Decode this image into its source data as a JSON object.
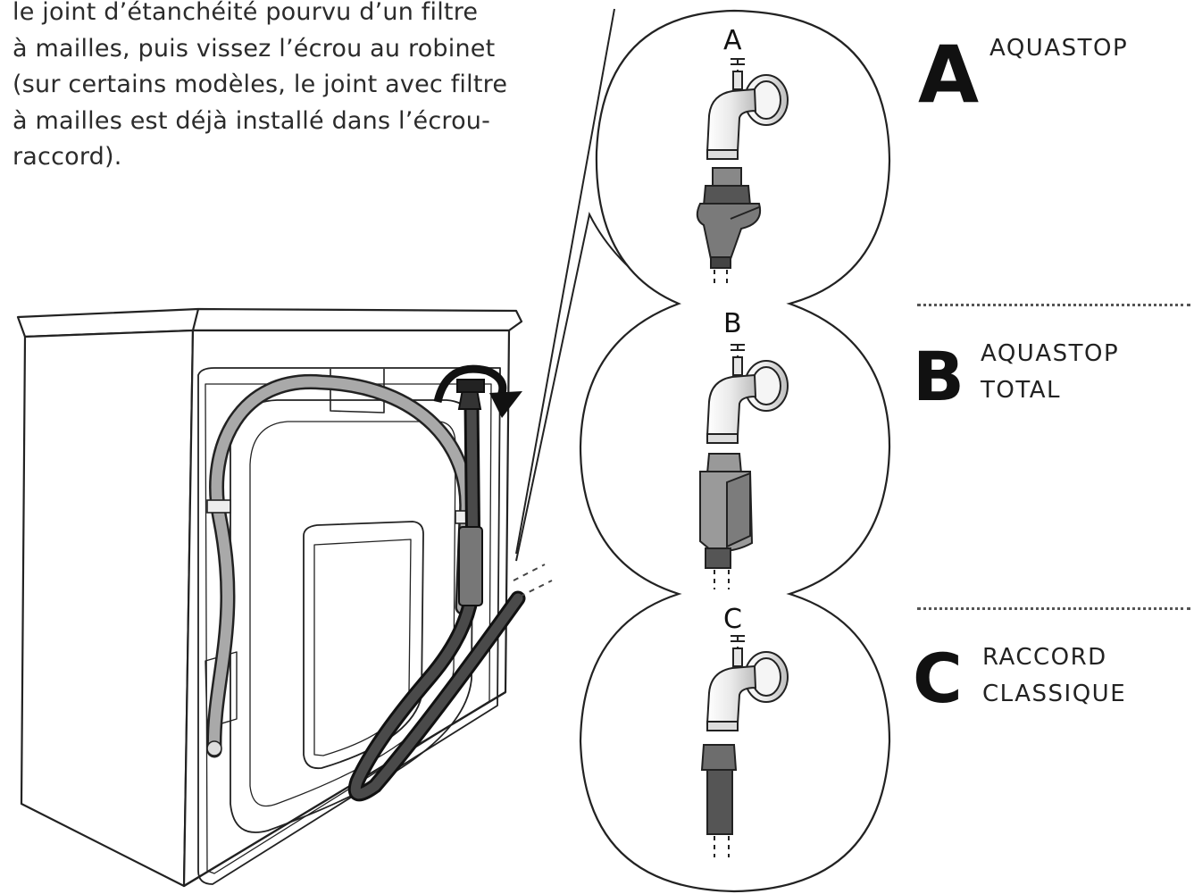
{
  "instructions": {
    "lines": [
      "le joint d’étanchéité pourvu d’un filtre",
      "à mailles, puis vissez l’écrou au robinet",
      "(sur certains modèles, le joint avec filtre",
      "à mailles est déjà installé dans l’écrou-",
      "raccord)."
    ]
  },
  "circle_labels": {
    "a": "A",
    "b": "B",
    "c": "C"
  },
  "legend": {
    "a": {
      "letter": "A",
      "lines": [
        "AQUASTOP"
      ]
    },
    "b": {
      "letter": "B",
      "lines": [
        "AQUASTOP",
        "TOTAL"
      ]
    },
    "c": {
      "letter": "C",
      "lines": [
        "RACCORD",
        "CLASSIQUE"
      ]
    }
  }
}
